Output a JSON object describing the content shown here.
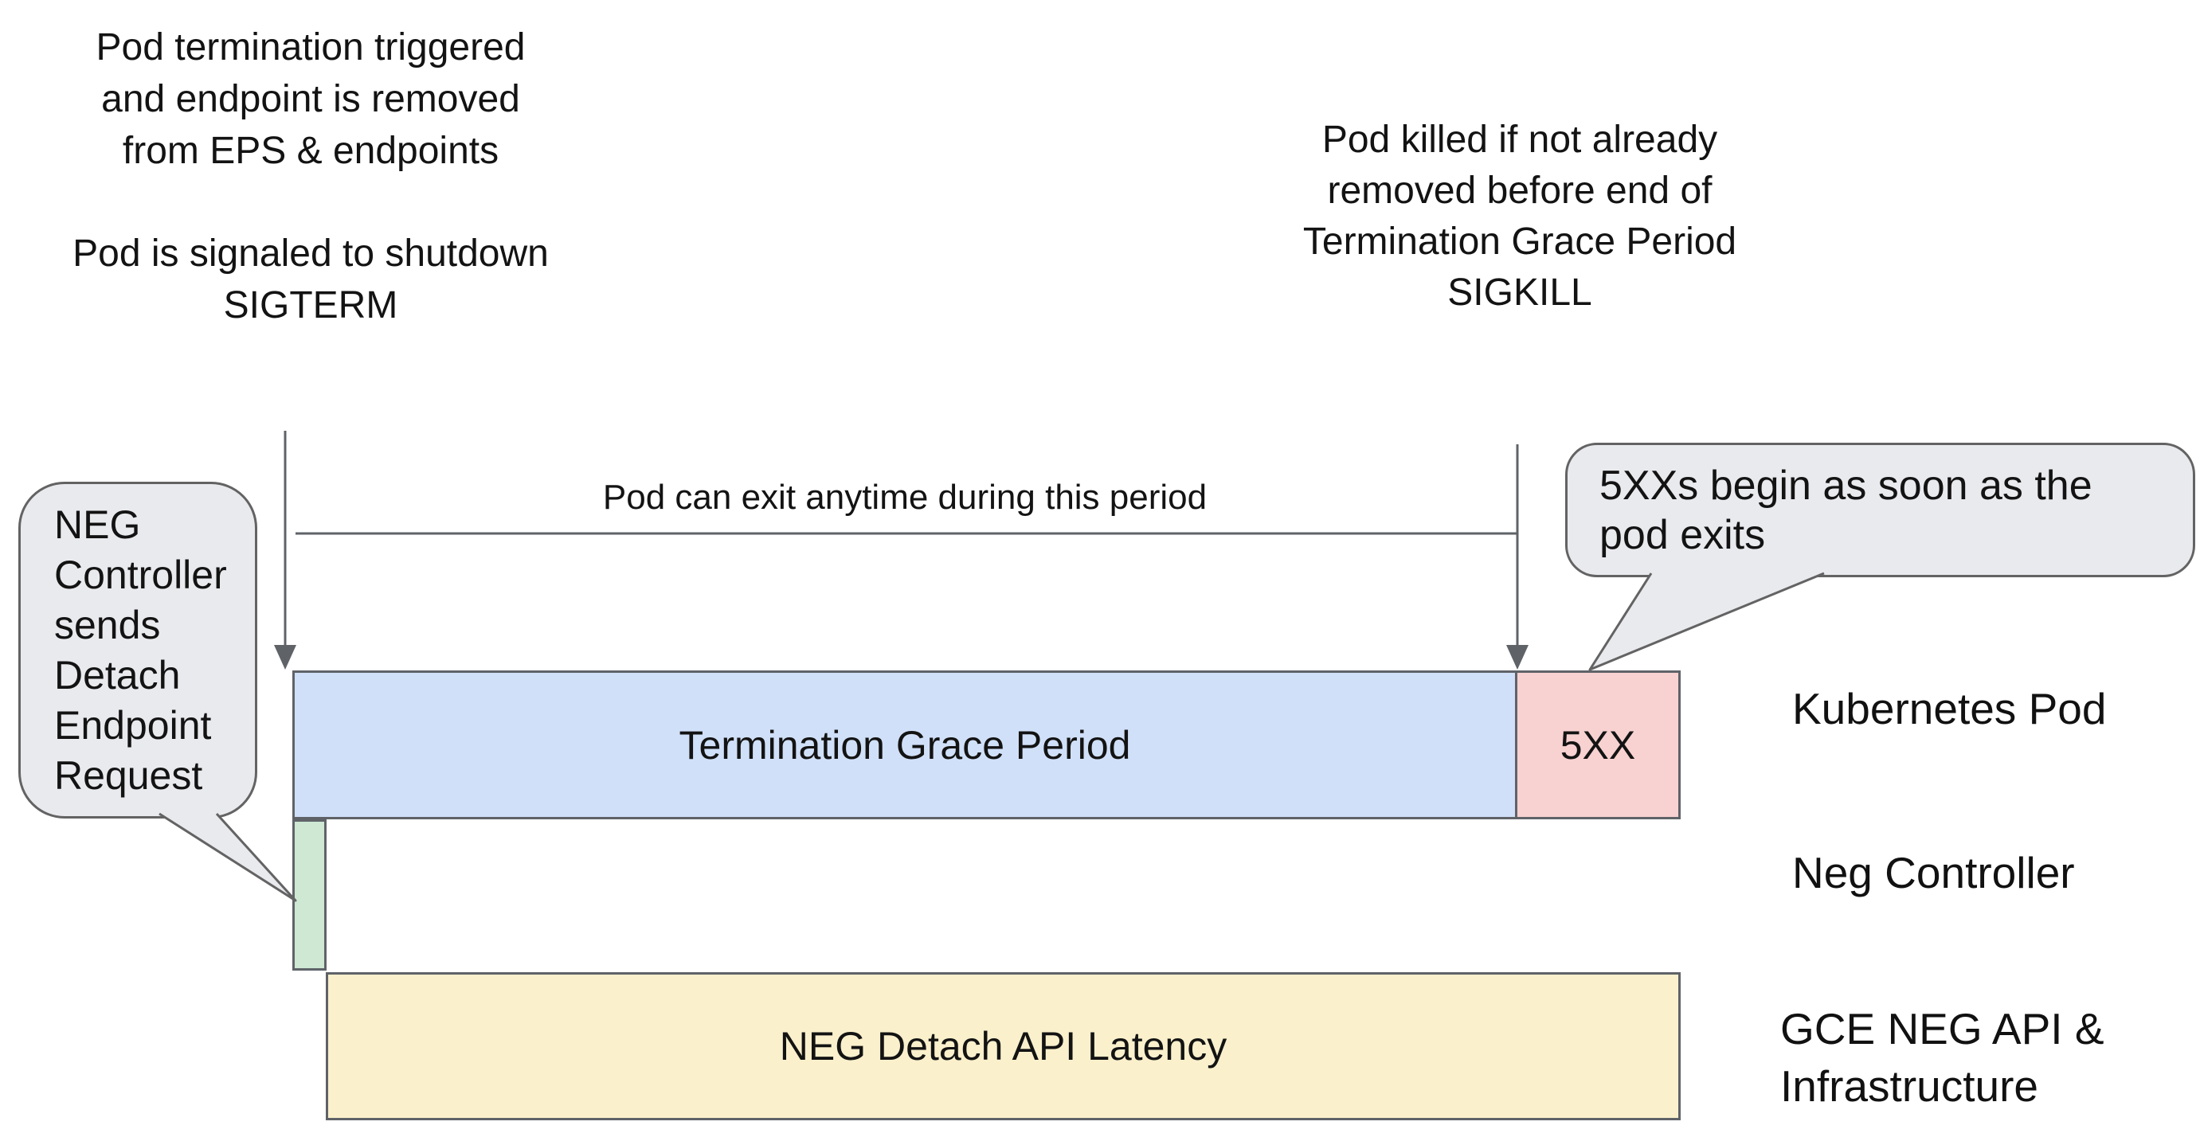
{
  "diagram": {
    "top_left_note": {
      "para1": [
        "Pod termination triggered",
        "and endpoint is removed",
        "from EPS & endpoints"
      ],
      "para2": [
        "Pod is signaled to shutdown",
        "SIGTERM"
      ]
    },
    "top_right_note": [
      "Pod killed if not already",
      "removed before end of",
      "Termination Grace Period",
      "SIGKILL"
    ],
    "period_label": "Pod can exit anytime during this period",
    "left_callout_lines": [
      "NEG",
      "Controller",
      "sends",
      "Detach",
      "Endpoint",
      "Request"
    ],
    "right_callout_lines": [
      "5XXs begin as soon as the",
      "pod exits"
    ],
    "bars": {
      "termination_grace_label": "Termination Grace Period",
      "errors_label": "5XX",
      "neg_detach_label": "NEG Detach API Latency"
    },
    "rows": {
      "kubernetes_pod": "Kubernetes Pod",
      "neg_controller": "Neg Controller",
      "gce_line1": "GCE NEG API &",
      "gce_line2": "Infrastructure"
    },
    "colors": {
      "grace_blue": "#d0e0f8",
      "error_pink": "#f8d1d1",
      "controller_green": "#cee8d3",
      "latency_yellow": "#faf0cc",
      "callout_gray": "#e9eaee",
      "line_gray": "#5f6368"
    }
  }
}
